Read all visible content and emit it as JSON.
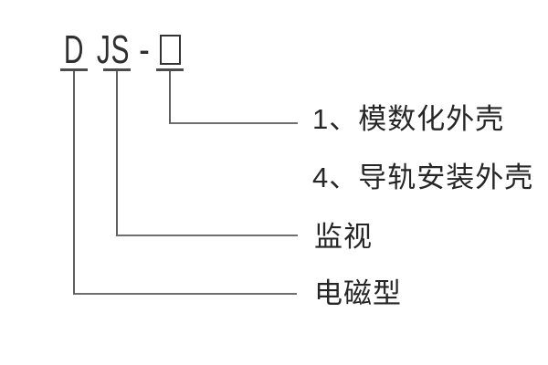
{
  "diagram": {
    "code": {
      "part1": "D",
      "part2": "JS",
      "separator": "-",
      "placeholder_box": "□"
    },
    "designations": [
      {
        "label": "1、模数化外壳"
      },
      {
        "label": "4、导轨安装外壳"
      },
      {
        "label": "监视"
      },
      {
        "label": "电磁型"
      }
    ],
    "colors": {
      "background": "#ffffff",
      "text": "#262626",
      "code_text": "#2f2f2f",
      "tick": "#4c4c4c",
      "leader_line": "#5f5f5f"
    }
  }
}
